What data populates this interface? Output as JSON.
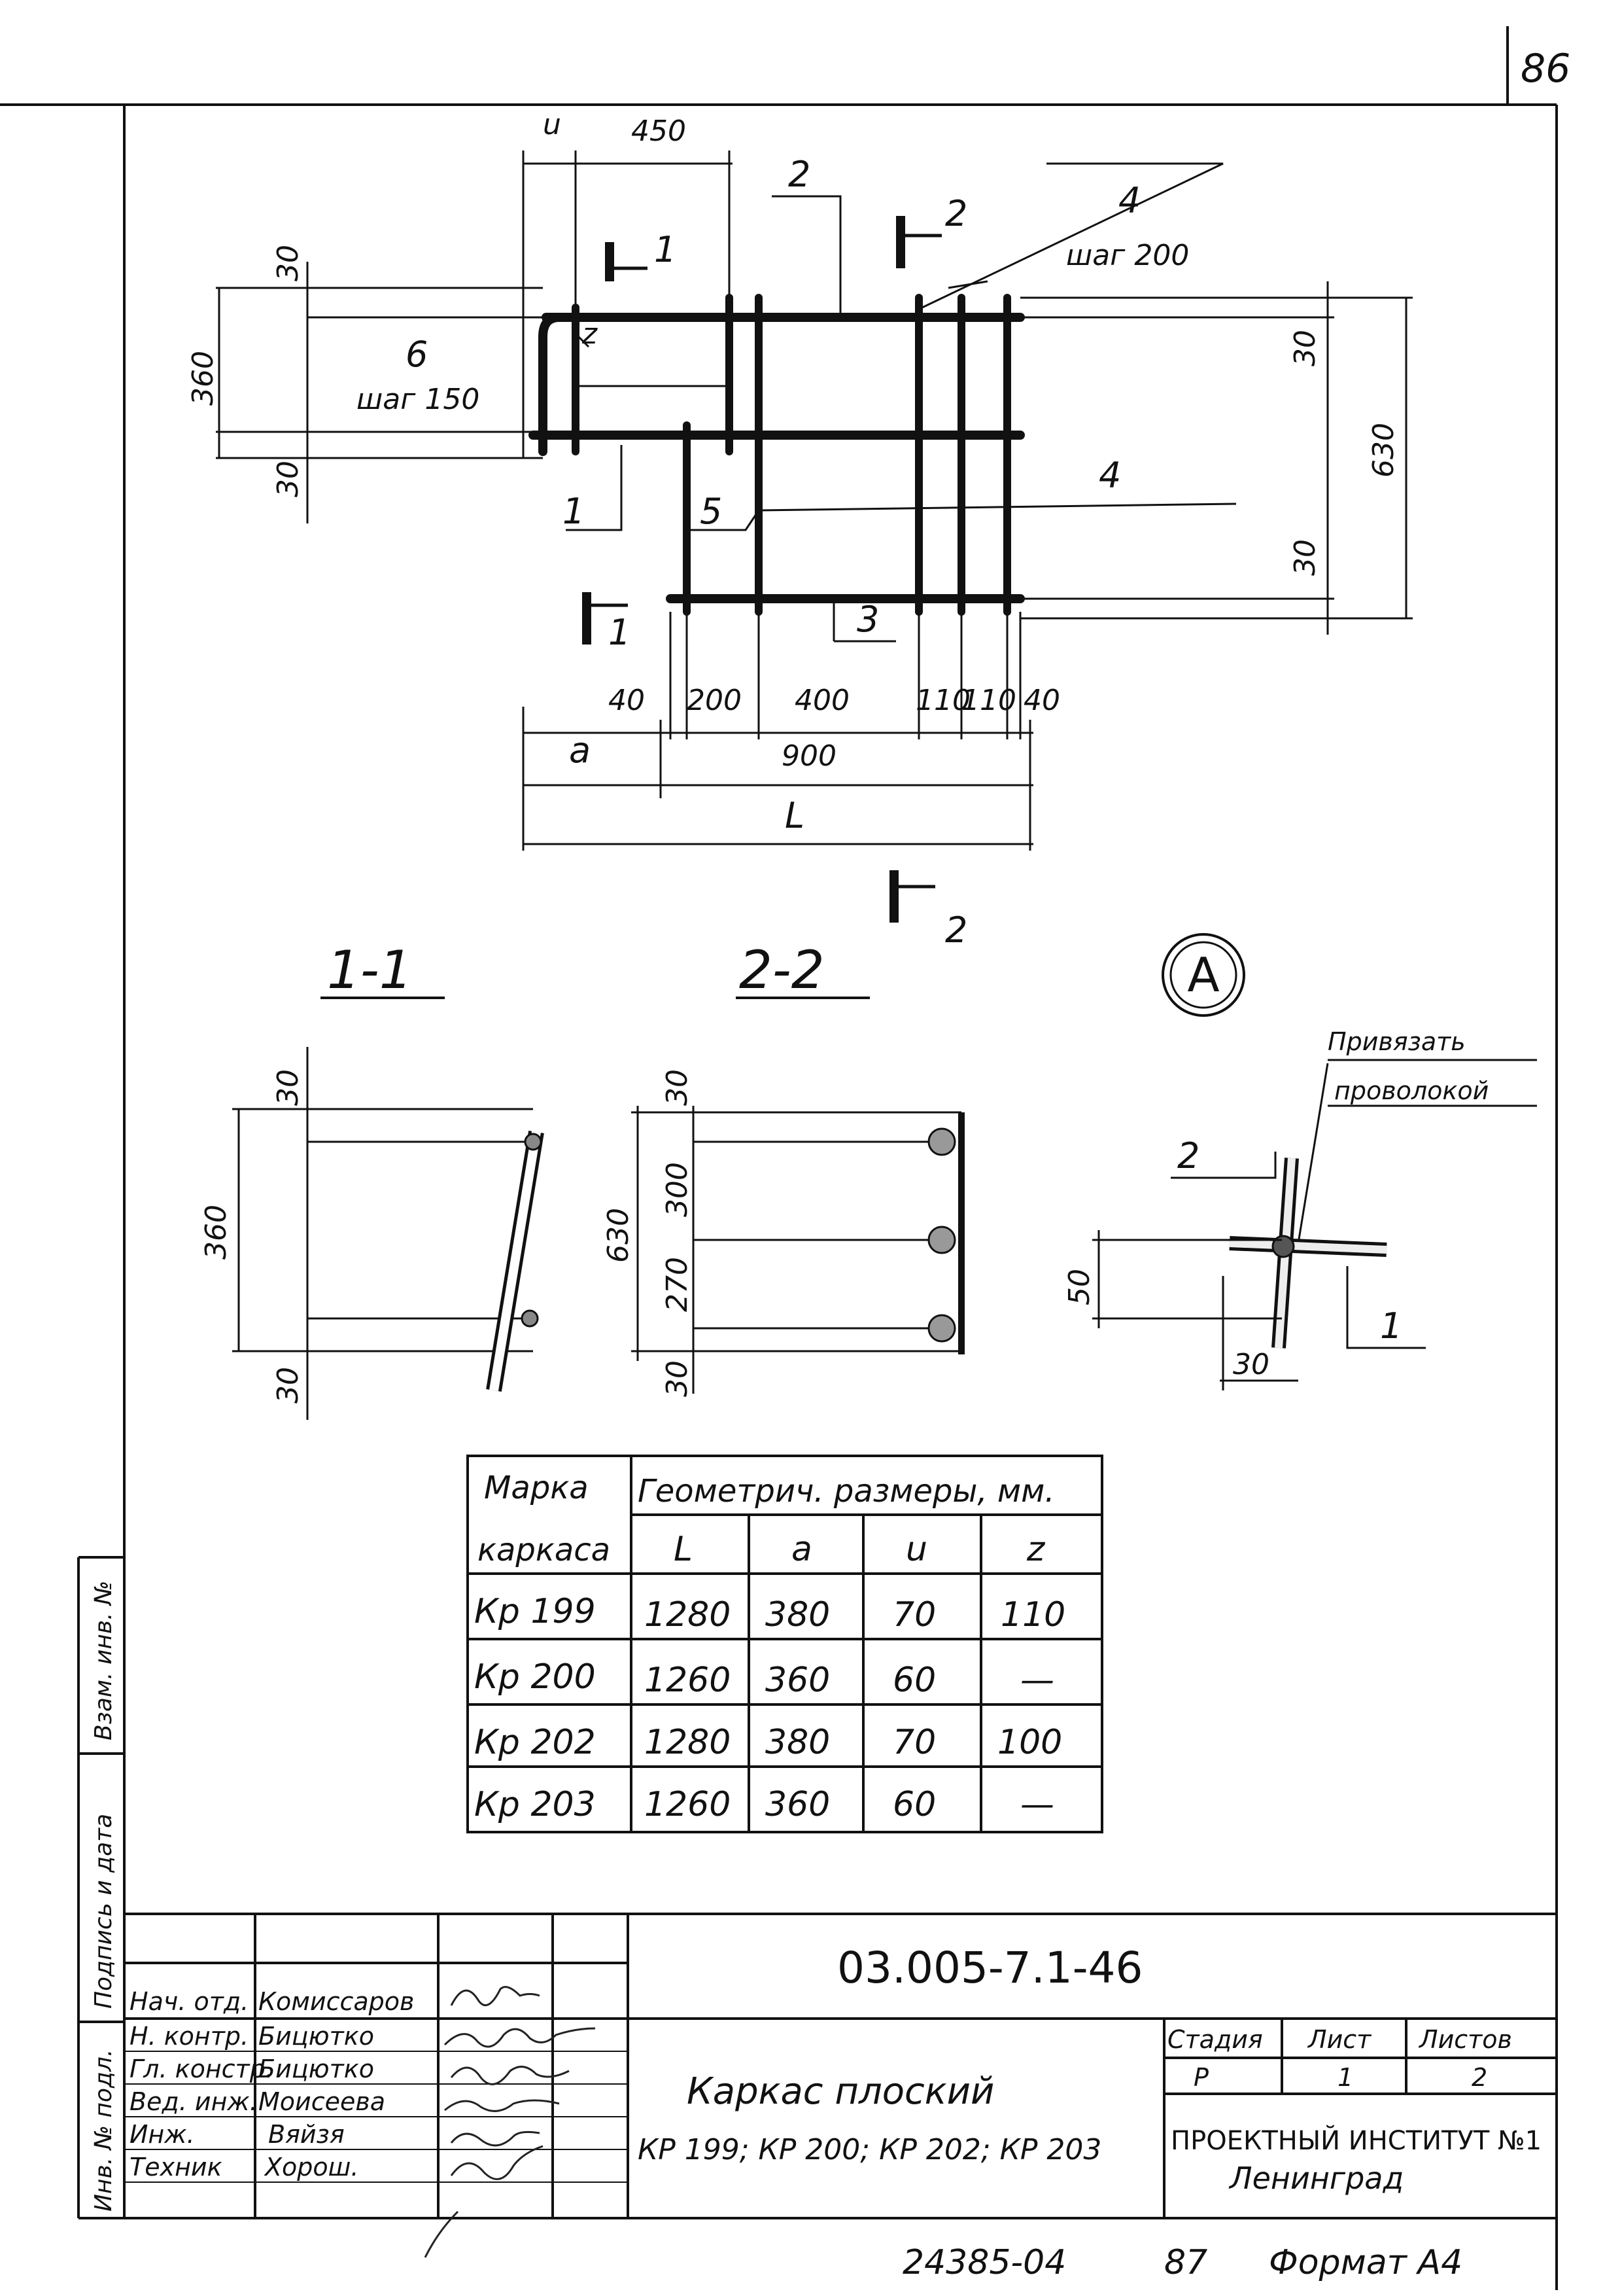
{
  "page_number": "86",
  "plan": {
    "dims_top": [
      "u",
      "450"
    ],
    "dims_left": [
      "30",
      "360",
      "30"
    ],
    "dims_right": [
      "30",
      "630",
      "30"
    ],
    "dims_bottom_row": [
      "40",
      "200",
      "400",
      "110",
      "110",
      "40"
    ],
    "dims_a": "a",
    "dims_900": "900",
    "dims_L": "L",
    "pos_2": "2",
    "pos_4_top": "4",
    "step_200": "шаг 200",
    "pos_6": "6",
    "step_150": "шаг 150",
    "mark_z": "z",
    "pos_1": "1",
    "pos_5": "5",
    "pos_4_mid": "4",
    "pos_3": "3",
    "section_1_label": "1",
    "section_2_label": "2"
  },
  "section_1": {
    "title": "1-1",
    "dims": [
      "30",
      "360",
      "30"
    ]
  },
  "section_2": {
    "title": "2-2",
    "dims": [
      "30",
      "300",
      "630",
      "270",
      "30"
    ]
  },
  "detail_A": {
    "title": "A",
    "note_line1": "Привязать",
    "note_line2": "проволокой",
    "pos_2": "2",
    "pos_1": "1",
    "dim_50": "50",
    "dim_30": "30"
  },
  "table": {
    "header_col1_line1": "Марка",
    "header_col1_line2": "каркаса",
    "header_group": "Геометрич. размеры, мм.",
    "sub_headers": [
      "L",
      "a",
      "u",
      "z"
    ],
    "rows": [
      [
        "Кр 199",
        "1280",
        "380",
        "70",
        "110"
      ],
      [
        "Кр 200",
        "1260",
        "360",
        "60",
        "—"
      ],
      [
        "Кр 202",
        "1280",
        "380",
        "70",
        "100"
      ],
      [
        "Кр 203",
        "1260",
        "360",
        "60",
        "—"
      ]
    ]
  },
  "side_stamp": {
    "field1": "Взам. инв. №",
    "field2": "Подпись и дата",
    "field3": "Инв. № подл."
  },
  "title_block": {
    "doc_code": "03.005-7.1-46",
    "roles": [
      "Нач. отд.",
      "Н. контр.",
      "Гл. констр.",
      "Вед. инж.",
      "Инж.",
      "Техник"
    ],
    "names": [
      "Комиссаров",
      "Бицютко",
      "Бицютко",
      "Моисеева",
      "Вяйзя",
      "Хорош."
    ],
    "drawing_title_line1": "Каркас плоский",
    "drawing_title_line2": "КР 199; КР 200; КР 202; КР 203",
    "stage_header": "Стадия",
    "sheet_header": "Лист",
    "sheets_header": "Листов",
    "stage_value": "Р",
    "sheet_value": "1",
    "sheets_value": "2",
    "org_line1": "ПРОЕКТНЫЙ ИНСТИТУТ №1",
    "org_line2": "Ленинград"
  },
  "footer": {
    "archive_no": "24385-04",
    "copy_no": "87",
    "format": "Формат А4"
  }
}
